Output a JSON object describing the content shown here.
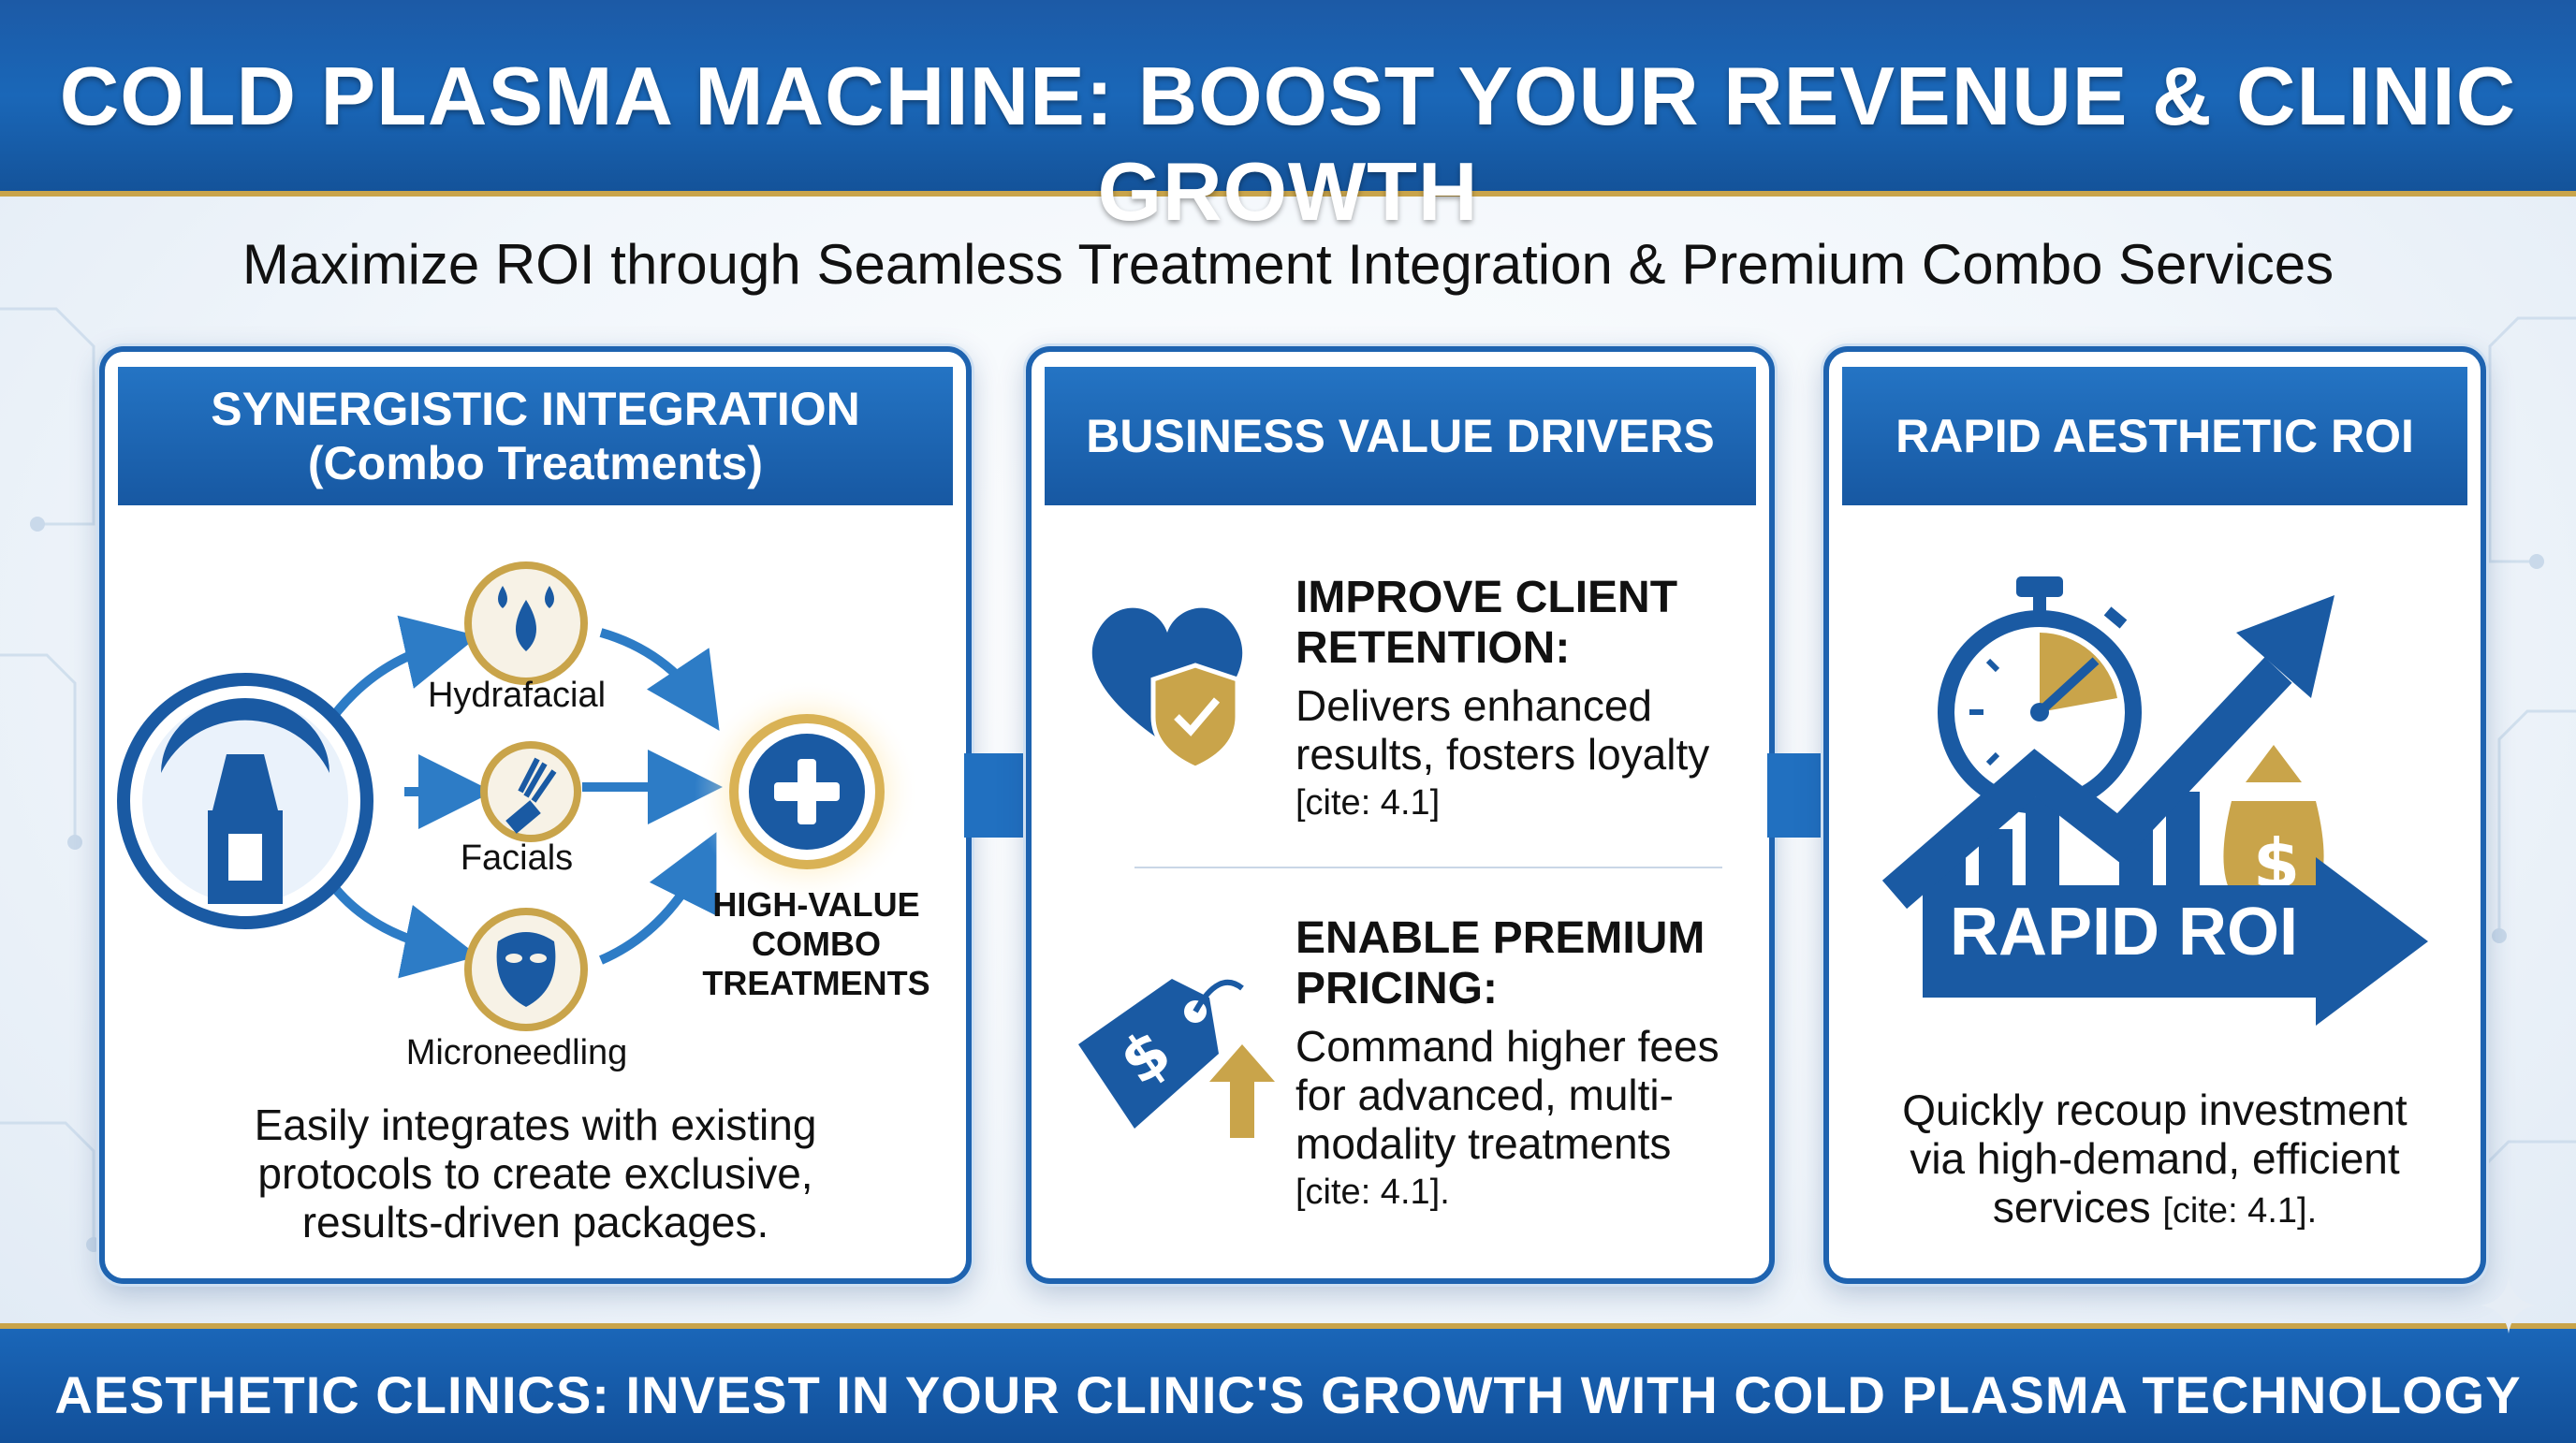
{
  "header": {
    "title": "COLD PLASMA MACHINE: BOOST YOUR REVENUE & CLINIC GROWTH"
  },
  "subtitle": "Maximize ROI through Seamless Treatment Integration & Premium Combo Services",
  "panels": {
    "integration": {
      "heading_line1": "SYNERGISTIC INTEGRATION",
      "heading_line2": "(Combo Treatments)",
      "treatments": [
        "Hydrafacial",
        "Facials",
        "Microneedling"
      ],
      "combo_label": [
        "HIGH-VALUE",
        "COMBO",
        "TREATMENTS"
      ],
      "body_lines": [
        "Easily integrates with existing",
        "protocols to create exclusive,",
        "results-driven packages."
      ]
    },
    "drivers": {
      "heading": "BUSINESS VALUE DRIVERS",
      "items": [
        {
          "title_lines": [
            "IMPROVE CLIENT",
            "RETENTION:"
          ],
          "body_lines": [
            "Delivers enhanced",
            "results, fosters loyalty"
          ],
          "cite": "[cite: 4.1]"
        },
        {
          "title_lines": [
            "ENABLE PREMIUM",
            "PRICING:"
          ],
          "body_lines": [
            "Command higher fees",
            "for advanced, multi-",
            "modality treatments"
          ],
          "cite": "[cite: 4.1]."
        }
      ]
    },
    "roi": {
      "heading": "RAPID AESTHETIC ROI",
      "arrow_label": "RAPID ROI",
      "body_lines": [
        "Quickly recoup investment",
        "via high-demand, efficient"
      ],
      "body_last": "services",
      "cite": "[cite: 4.1]."
    }
  },
  "footer": {
    "text": "AESTHETIC CLINICS: INVEST IN YOUR CLINIC'S GROWTH WITH COLD PLASMA TECHNOLOGY"
  },
  "colors": {
    "primary_blue": "#1a63b3",
    "gold": "#c9a44a",
    "text": "#111111"
  },
  "icons": [
    "plasma-device-icon",
    "droplets-icon",
    "brush-icon",
    "face-mask-icon",
    "plus-icon",
    "heart-shield-icon",
    "price-tag-icon",
    "stopwatch-icon",
    "growth-chart-icon",
    "money-bag-icon"
  ]
}
